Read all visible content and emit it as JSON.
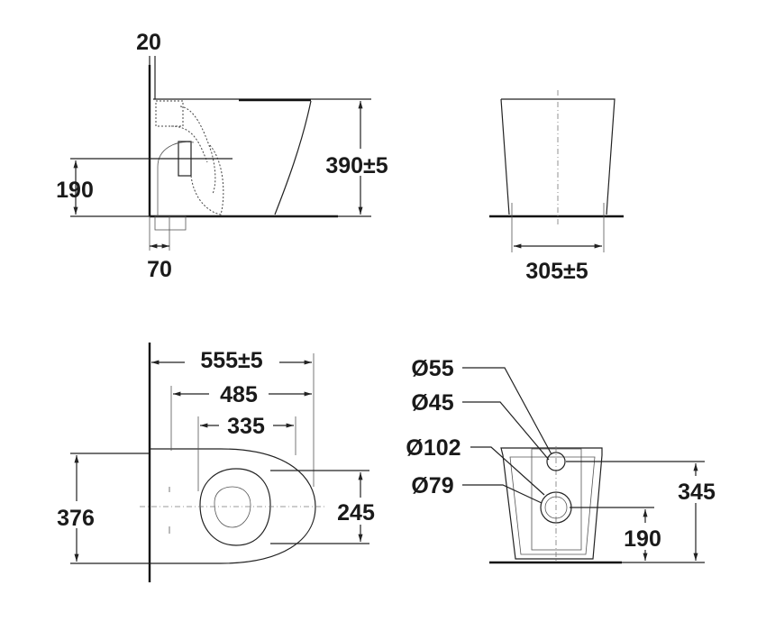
{
  "side_view": {
    "wall_gap": "20",
    "height": "390±5",
    "outlet_height": "190",
    "outlet_offset": "70"
  },
  "front_view": {
    "width": "305±5"
  },
  "top_view": {
    "overall_length": "555±5",
    "length_2": "485",
    "length_3": "335",
    "width": "376",
    "inner_width": "245"
  },
  "back_view": {
    "d1": "Ø55",
    "d2": "Ø45",
    "d3": "Ø102",
    "d4": "Ø79",
    "inlet_height": "345",
    "outlet_height": "190"
  }
}
